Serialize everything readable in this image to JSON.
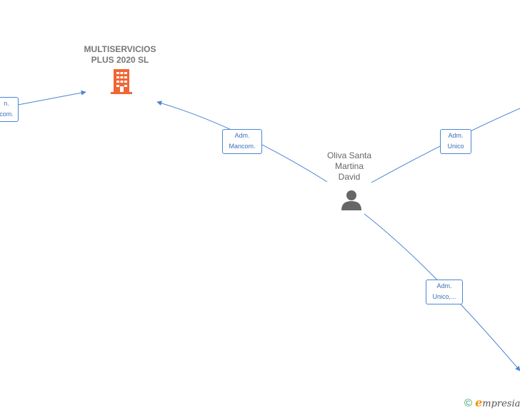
{
  "nodes": {
    "company": {
      "label_line1": "MULTISERVICIOS",
      "label_line2": "PLUS 2020  SL",
      "icon": "building-icon",
      "color": "#f26533"
    },
    "person": {
      "label_line1": "Oliva Santa",
      "label_line2": "Martina",
      "label_line3": "David",
      "icon": "person-icon",
      "color": "#666666"
    }
  },
  "edges": [
    {
      "id": "left",
      "line1": "n.",
      "line2": "com."
    },
    {
      "id": "to-company",
      "line1": "Adm.",
      "line2": "Mancom."
    },
    {
      "id": "right-top",
      "line1": "Adm.",
      "line2": "Unico"
    },
    {
      "id": "right-bottom",
      "line1": "Adm.",
      "line2": "Unico,..."
    }
  ],
  "colors": {
    "edge": "#4a86d4",
    "label_text": "#3b6fb6"
  },
  "footer": {
    "copyright": "©",
    "brand_first": "e",
    "brand_rest": "mpresia"
  }
}
